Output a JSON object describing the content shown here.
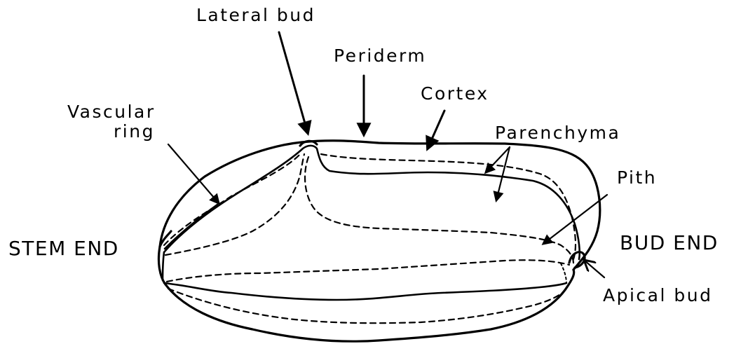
{
  "labels": {
    "lateral_bud": "Lateral bud",
    "periderm": "Periderm",
    "cortex": "Cortex",
    "vascular_ring_line1": "Vascular",
    "vascular_ring_line2": "ring",
    "parenchyma": "Parenchyma",
    "pith": "Pith",
    "stem_end": "STEM END",
    "bud_end": "BUD END",
    "apical_bud": "Apical bud"
  }
}
